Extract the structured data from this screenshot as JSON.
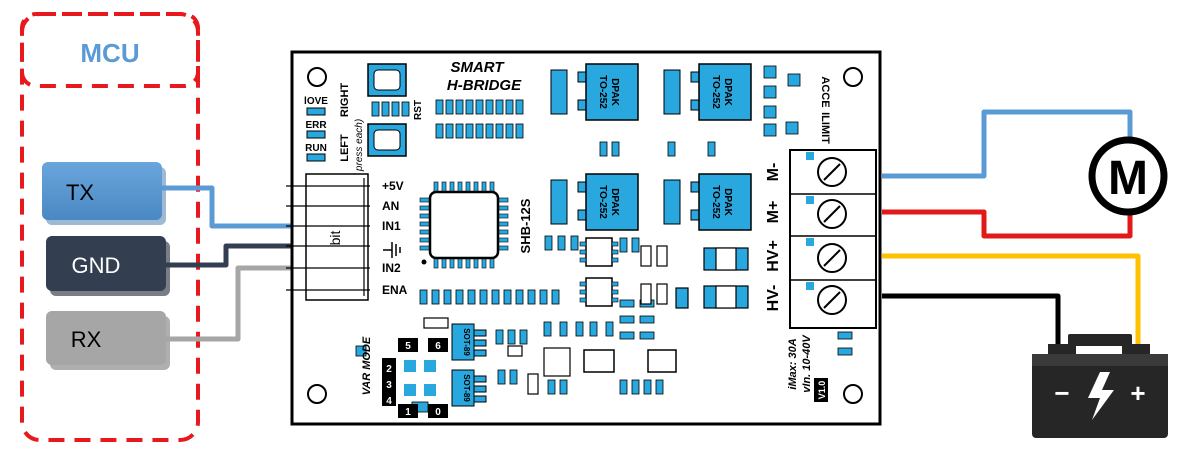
{
  "mcu": {
    "title": "MCU",
    "pins": {
      "tx": "TX",
      "gnd": "GND",
      "rx": "RX"
    }
  },
  "board": {
    "name_line1": "SMART",
    "name_line2": "H-BRIDGE",
    "model": "SHB-12S",
    "connector_label": "bit",
    "pins": {
      "p5v": "+5V",
      "an": "AN",
      "in1": "IN1",
      "in2": "IN2",
      "ena": "ENA"
    },
    "leds": {
      "love": "lOVE",
      "err": "ERR",
      "run": "RUN"
    },
    "buttons": {
      "right": "RIGHT",
      "left": "LEFT",
      "press": "( press each)",
      "rst": "RST"
    },
    "dpak_line1": "DPAK",
    "dpak_line2": "TO-252",
    "sot": "SOT-89",
    "var_mode": "VAR MODE",
    "mode_numbers": [
      "5",
      "6",
      "2",
      "3",
      "4",
      "1",
      "0"
    ],
    "acce": "ACCE",
    "ilimit": "ILIMIT",
    "terminals": {
      "m_minus": "M-",
      "m_plus": "M+",
      "hv_plus": "HV+",
      "hv_minus": "HV-"
    },
    "specs": {
      "imax": "iMax: 30A",
      "vin": "vIn. 10-40V",
      "version": "V1.0"
    }
  },
  "motor": {
    "label": "M"
  },
  "battery": {
    "minus": "−",
    "plus": "+"
  },
  "colors": {
    "mcu_dash": "#e8191c",
    "mcu_title": "#5b9bd5",
    "tx_box": "#5b9bd5",
    "gnd_box": "#333f50",
    "rx_box": "#a6a6a6",
    "wire_blue": "#5b9bd5",
    "wire_dark": "#333f50",
    "wire_gray": "#a6a6a6",
    "wire_red": "#e11919",
    "wire_yellow": "#ffc000",
    "wire_black": "#000000",
    "smd_blue": "#29a8e0",
    "battery": "#262626"
  }
}
